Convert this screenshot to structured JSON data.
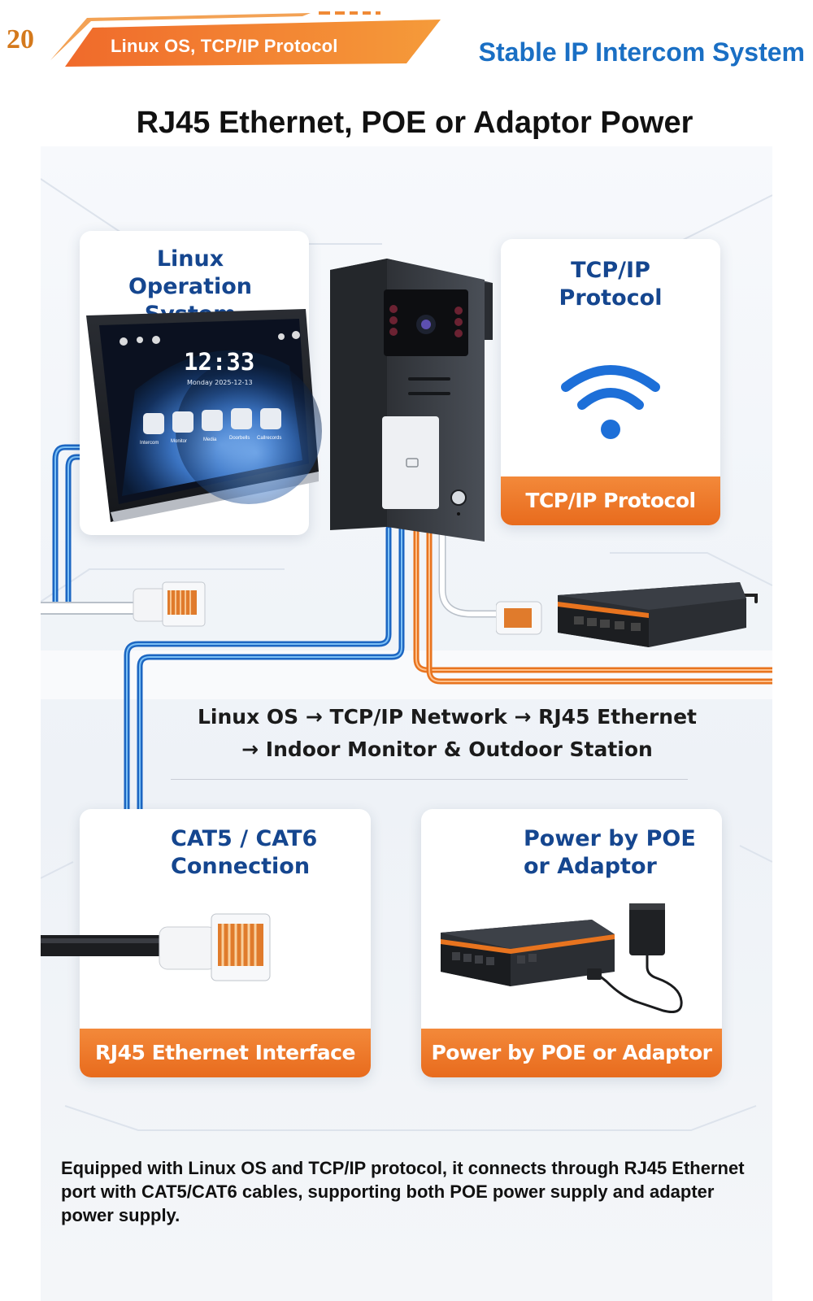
{
  "header": {
    "page_number": "20",
    "banner_label": "Linux OS, TCP/IP Protocol",
    "subtitle": "Stable IP Intercom System"
  },
  "title": "RJ45 Ethernet, POE or Adaptor Power",
  "cards": {
    "linux": {
      "title_line1": "Linux Operation",
      "title_line2": "System"
    },
    "tcp": {
      "title_line1": "TCP/IP",
      "title_line2": "Protocol",
      "footer": "TCP/IP Protocol"
    },
    "cat": {
      "title_line1": "CAT5 / CAT6",
      "title_line2": "Connection",
      "footer": "RJ45 Ethernet Interface"
    },
    "poe": {
      "title_line1": "Power by POE",
      "title_line2": "or Adaptor",
      "footer": "Power by POE or Adaptor"
    }
  },
  "monitor": {
    "time": "12:33",
    "date": "Monday  2025-12-13",
    "apps": [
      "Intercom",
      "Monitor",
      "Media",
      "Doorbells",
      "Callrecords"
    ]
  },
  "flow": {
    "line1": "Linux OS → TCP/IP Network → RJ45 Ethernet",
    "line2": "→ Indoor Monitor & Outdoor Station"
  },
  "description": "Equipped with Linux OS and TCP/IP protocol, it connects through RJ45 Ethernet port with CAT5/CAT6 cables, supporting both POE power supply and adapter power supply.",
  "colors": {
    "accent_orange": "#e8741f",
    "title_blue": "#15468f",
    "subtitle_blue": "#1a6fc4",
    "wifi_blue": "#1d6fd8",
    "cable_blue": "#2a88e0"
  }
}
